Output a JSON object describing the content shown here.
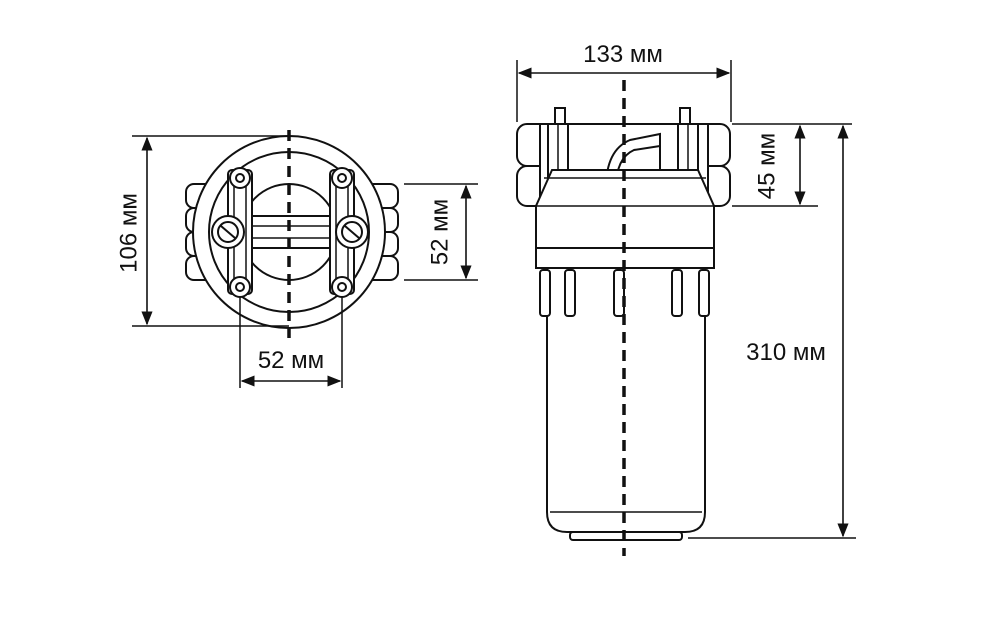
{
  "dimensions": {
    "front_height": "106 мм",
    "front_port_height": "52 мм",
    "front_bottom_width": "52 мм",
    "side_width": "133 мм",
    "side_head_height": "45 мм",
    "side_total_height": "310 мм"
  }
}
